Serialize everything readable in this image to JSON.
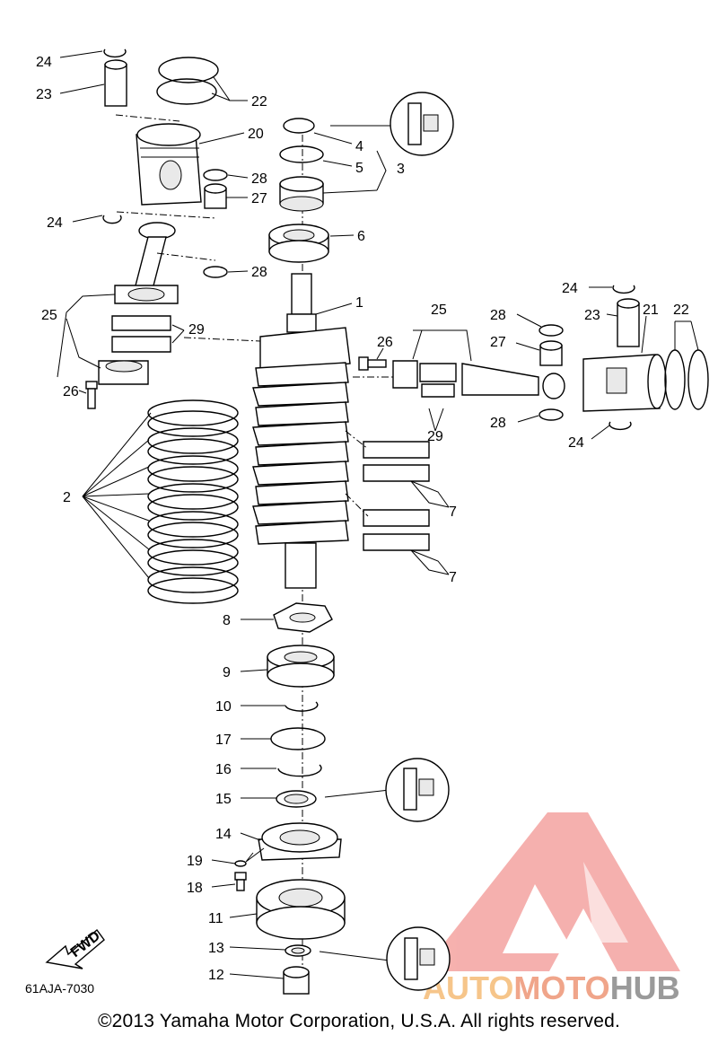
{
  "callouts": [
    "1",
    "2",
    "3",
    "4",
    "5",
    "6",
    "7",
    "8",
    "9",
    "10",
    "11",
    "12",
    "13",
    "14",
    "15",
    "16",
    "17",
    "18",
    "19",
    "20",
    "21",
    "22",
    "23",
    "24",
    "25",
    "26",
    "27",
    "28",
    "29"
  ],
  "diagram_code": "61AJA-7030",
  "fwd_label": "FWD",
  "copyright": "©2013 Yamaha Motor Corporation, U.S.A. All rights reserved.",
  "watermark": {
    "part1": "AUTO",
    "part2": "MOTO",
    "part3": "HUB",
    "color_logo": "#f08a88",
    "color_auto": "#f6c58a",
    "color_moto": "#f0a58a",
    "color_hub": "#9a9a9a"
  }
}
